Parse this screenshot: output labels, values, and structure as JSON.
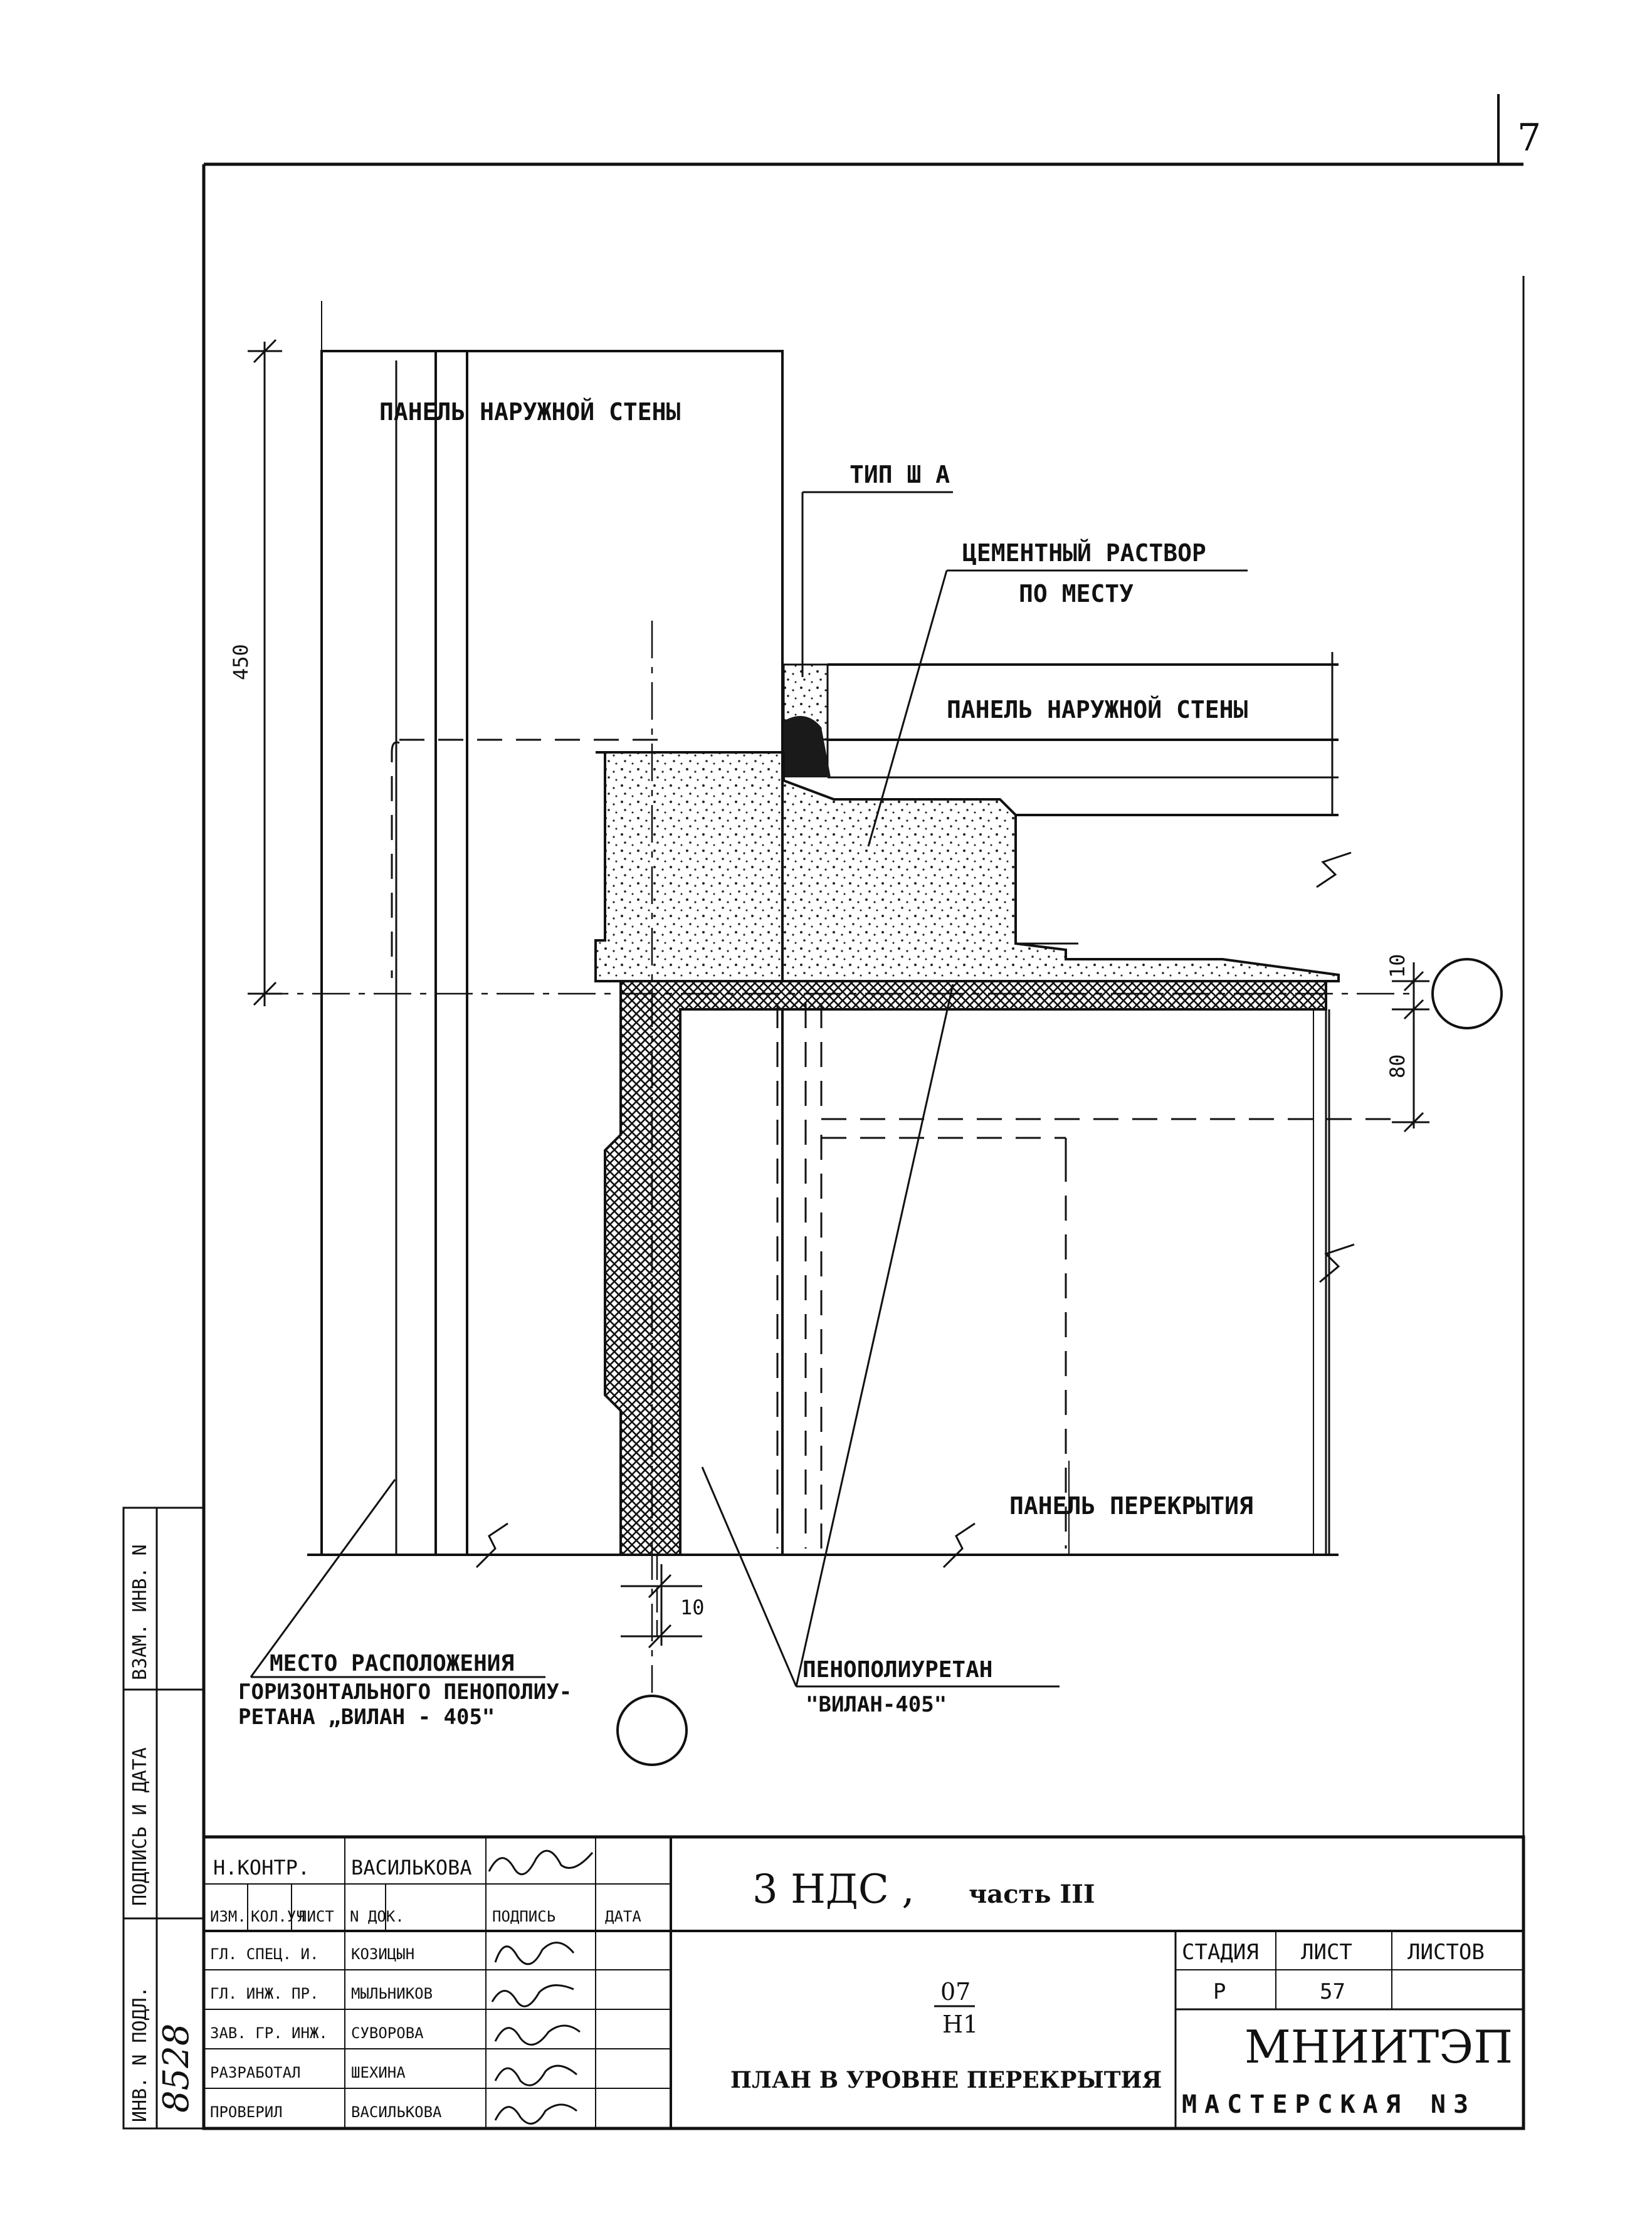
{
  "page_number": "7",
  "labels": {
    "outer_wall_panel_left": "ПАНЕЛЬ НАРУЖНОЙ СТЕНЫ",
    "joint_type": "ТИП Ш А",
    "cement_mortar_line1": "ЦЕМЕНТНЫЙ РАСТВОР",
    "cement_mortar_line2": "ПО МЕСТУ",
    "outer_wall_panel_right": "ПАНЕЛЬ НАРУЖНОЙ СТЕНЫ",
    "floor_panel": "ПАНЕЛЬ ПЕРЕКРЫТИЯ",
    "location_line1": "МЕСТО РАСПОЛОЖЕНИЯ",
    "location_line2": "ГОРИЗОНТАЛЬНОГО ПЕНОПОЛИУ-",
    "location_line3": "РЕТАНА „ВИЛАН - 405\"",
    "foam_line1": "ПЕНОПОЛИУРЕТАН",
    "foam_line2": "\"ВИЛАН-405\""
  },
  "dimensions": {
    "vertical_450": "450",
    "gap_10_right": "10",
    "gap_80": "80",
    "gap_10_bottom": "10"
  },
  "side_stamp": {
    "inv_vzam": "ВЗАМ. ИНВ. N",
    "signature_date": "ПОДПИСЬ И ДАТА",
    "inv_podl": "ИНВ. N ПОДЛ.",
    "inv_number": "8528"
  },
  "title_block": {
    "nkontr_role": "Н.КОНТР.",
    "nkontr_name": "ВАСИЛЬКОВА",
    "headers": [
      "ИЗМ.",
      "КОЛ.УЧ",
      "ЛИСТ",
      "N ДОК.",
      "ПОДПИСЬ",
      "ДАТА"
    ],
    "people": [
      {
        "role": "ГЛ. СПЕЦ. И.",
        "name": "КОЗИЦЫН"
      },
      {
        "role": "ГЛ. ИНЖ. ПР.",
        "name": "МЫЛЬНИКОВ"
      },
      {
        "role": "ЗАВ. ГР. ИНЖ.",
        "name": "СУВОРОВА"
      },
      {
        "role": "РАЗРАБОТАЛ",
        "name": "ШЕХИНА"
      },
      {
        "role": "ПРОВЕРИЛ",
        "name": "ВАСИЛЬКОВА"
      }
    ],
    "project_code": "3 НДС ,",
    "project_part": "часть III",
    "sheet_code_top": "07",
    "sheet_code_bottom": "Н1",
    "sheet_title": "ПЛАН В УРОВНЕ ПЕРЕКРЫТИЯ",
    "stage_header": "СТАДИЯ",
    "sheet_header": "ЛИСТ",
    "sheets_header": "ЛИСТОВ",
    "stage_value": "Р",
    "sheet_value": "57",
    "sheets_value": "",
    "org_name": "МНИИТЭП",
    "org_sub": "МАСТЕРСКАЯ N3"
  }
}
